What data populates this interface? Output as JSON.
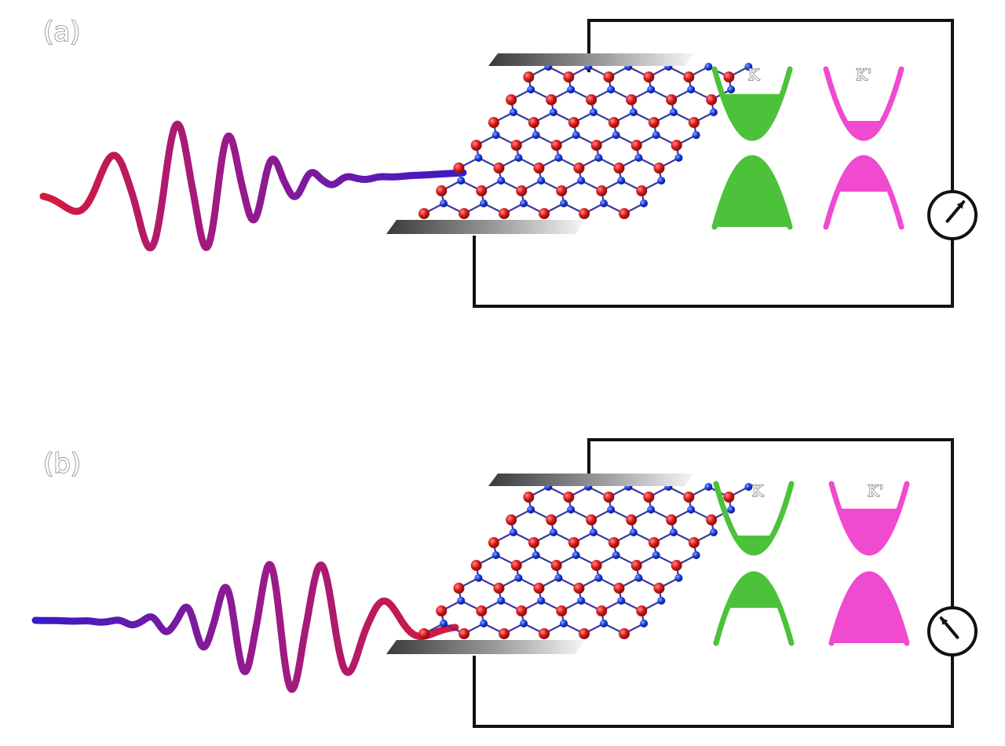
{
  "colors": {
    "wave_red": "#d41a3a",
    "wave_purple": "#9a1a8a",
    "wave_blue": "#3a1ac8",
    "atom_red": "#d81a1a",
    "atom_blue": "#1a3ae0",
    "bond": "#3a3a9a",
    "valley_k": "#4cc23a",
    "valley_k_prime": "#f04ad0",
    "wire": "#111111",
    "electrode_dark": "#444444",
    "electrode_light": "#f4f4f4"
  },
  "panels": [
    {
      "label": "(a)",
      "k_label": "K",
      "k_prime_label": "K'",
      "pulse_direction": "red-to-blue",
      "k_conduction_fill": 0.7,
      "k_valence_fill": 1.0,
      "k_prime_conduction_fill": 0.3,
      "k_prime_valence_fill": 0.55,
      "meter_icon": "ammeter-icon",
      "meter_needle_deg": 40
    },
    {
      "label": "(b)",
      "k_label": "K",
      "k_prime_label": "K'",
      "pulse_direction": "blue-to-red",
      "k_conduction_fill": 0.3,
      "k_valence_fill": 0.55,
      "k_prime_conduction_fill": 0.7,
      "k_prime_valence_fill": 1.0,
      "meter_icon": "ammeter-icon",
      "meter_needle_deg": -40
    }
  ]
}
